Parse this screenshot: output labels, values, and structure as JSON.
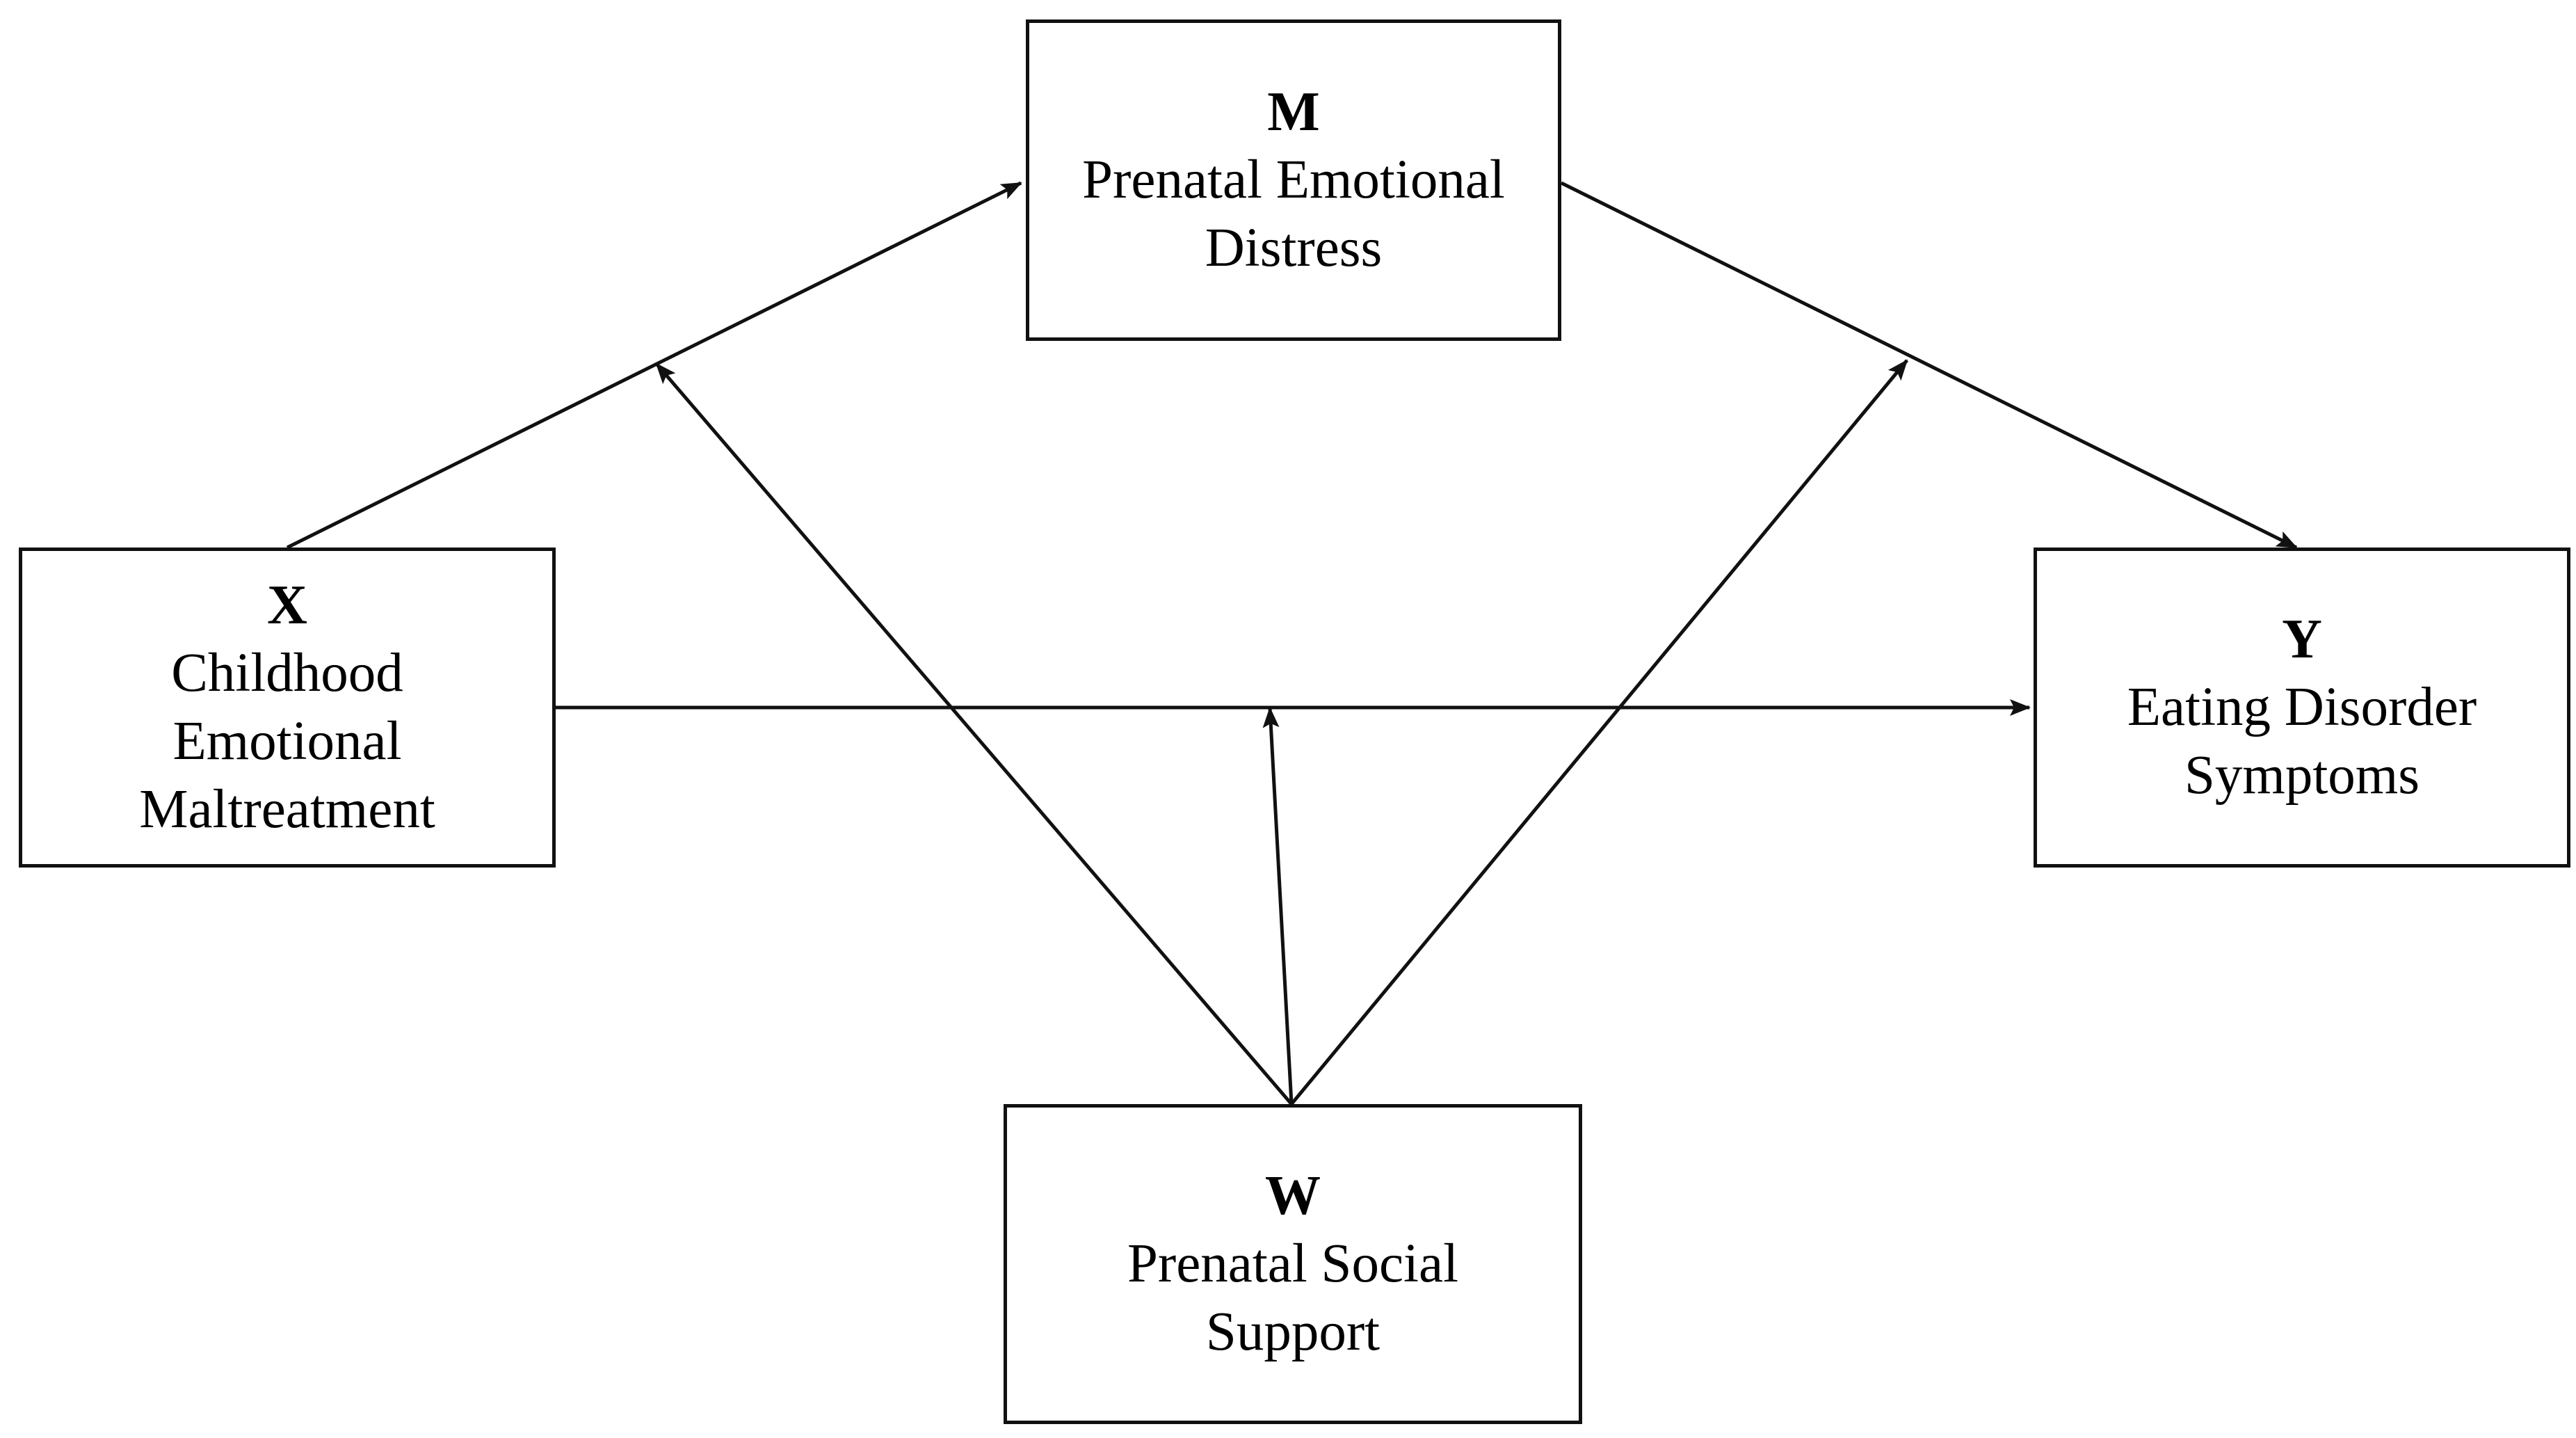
{
  "diagram": {
    "nodes": {
      "m": {
        "letter": "M",
        "label": "Prenatal Emotional\nDistress"
      },
      "x": {
        "letter": "X",
        "label": "Childhood\nEmotional\nMaltreatment"
      },
      "y": {
        "letter": "Y",
        "label": "Eating Disorder\nSymptoms"
      },
      "w": {
        "letter": "W",
        "label": "Prenatal Social\nSupport"
      }
    },
    "edges": [
      {
        "from": "X",
        "to": "M",
        "kind": "path"
      },
      {
        "from": "M",
        "to": "Y",
        "kind": "path"
      },
      {
        "from": "X",
        "to": "Y",
        "kind": "path"
      },
      {
        "from": "W",
        "to": "X→M",
        "kind": "moderation"
      },
      {
        "from": "W",
        "to": "M→Y",
        "kind": "moderation"
      },
      {
        "from": "W",
        "to": "X→Y",
        "kind": "moderation"
      }
    ],
    "colors": {
      "line": "#111111",
      "background": "#ffffff"
    }
  }
}
